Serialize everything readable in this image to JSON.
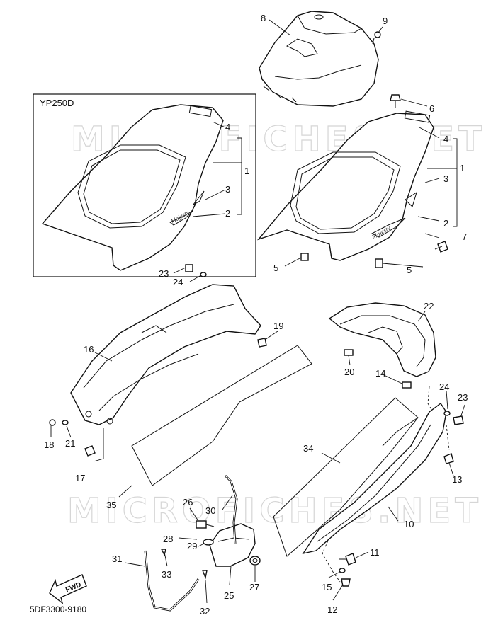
{
  "watermark": "MICROFICHES.NET",
  "variant_box_label": "YP250D",
  "drawing_code": "5DF3300-9180",
  "fwd_label": "FWD",
  "callouts": {
    "c1a": "1",
    "c2a": "2",
    "c3a": "3",
    "c4a": "4",
    "c1": "1",
    "c2": "2",
    "c3": "3",
    "c4": "4",
    "c5a": "5",
    "c5b": "5",
    "c6": "6",
    "c7": "7",
    "c8": "8",
    "c9": "9",
    "c10": "10",
    "c11": "11",
    "c12": "12",
    "c13": "13",
    "c14": "14",
    "c15": "15",
    "c16": "16",
    "c17": "17",
    "c18": "18",
    "c19": "19",
    "c20": "20",
    "c21": "21",
    "c22": "22",
    "c23a": "23",
    "c23b": "23",
    "c24a": "24",
    "c24b": "24",
    "c25": "25",
    "c26": "26",
    "c27": "27",
    "c28": "28",
    "c29": "29",
    "c30": "30",
    "c31": "31",
    "c32": "32",
    "c33": "33",
    "c34": "34",
    "c35": "35"
  }
}
